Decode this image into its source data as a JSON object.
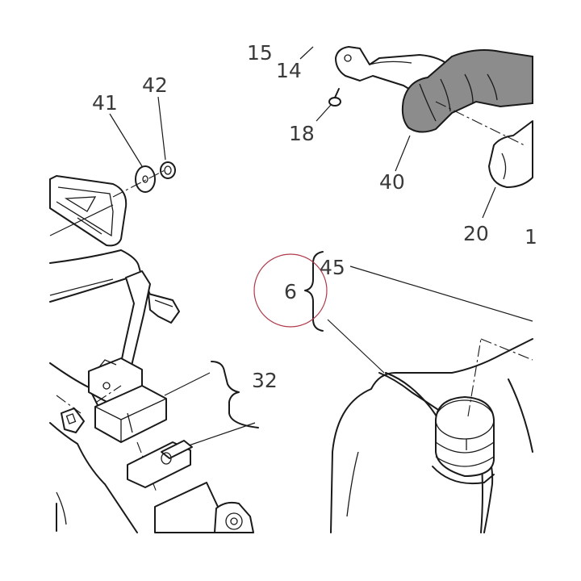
{
  "diagram": {
    "callouts": [
      "15",
      "14",
      "42",
      "41",
      "18",
      "40",
      "20",
      "1",
      "45",
      "6",
      "32"
    ],
    "colors": {
      "line": "#1a1a1a",
      "shaded_part": "#8c8c8c",
      "highlight_circle": "#b03a4a",
      "label_text": "#3a3a3a"
    }
  }
}
